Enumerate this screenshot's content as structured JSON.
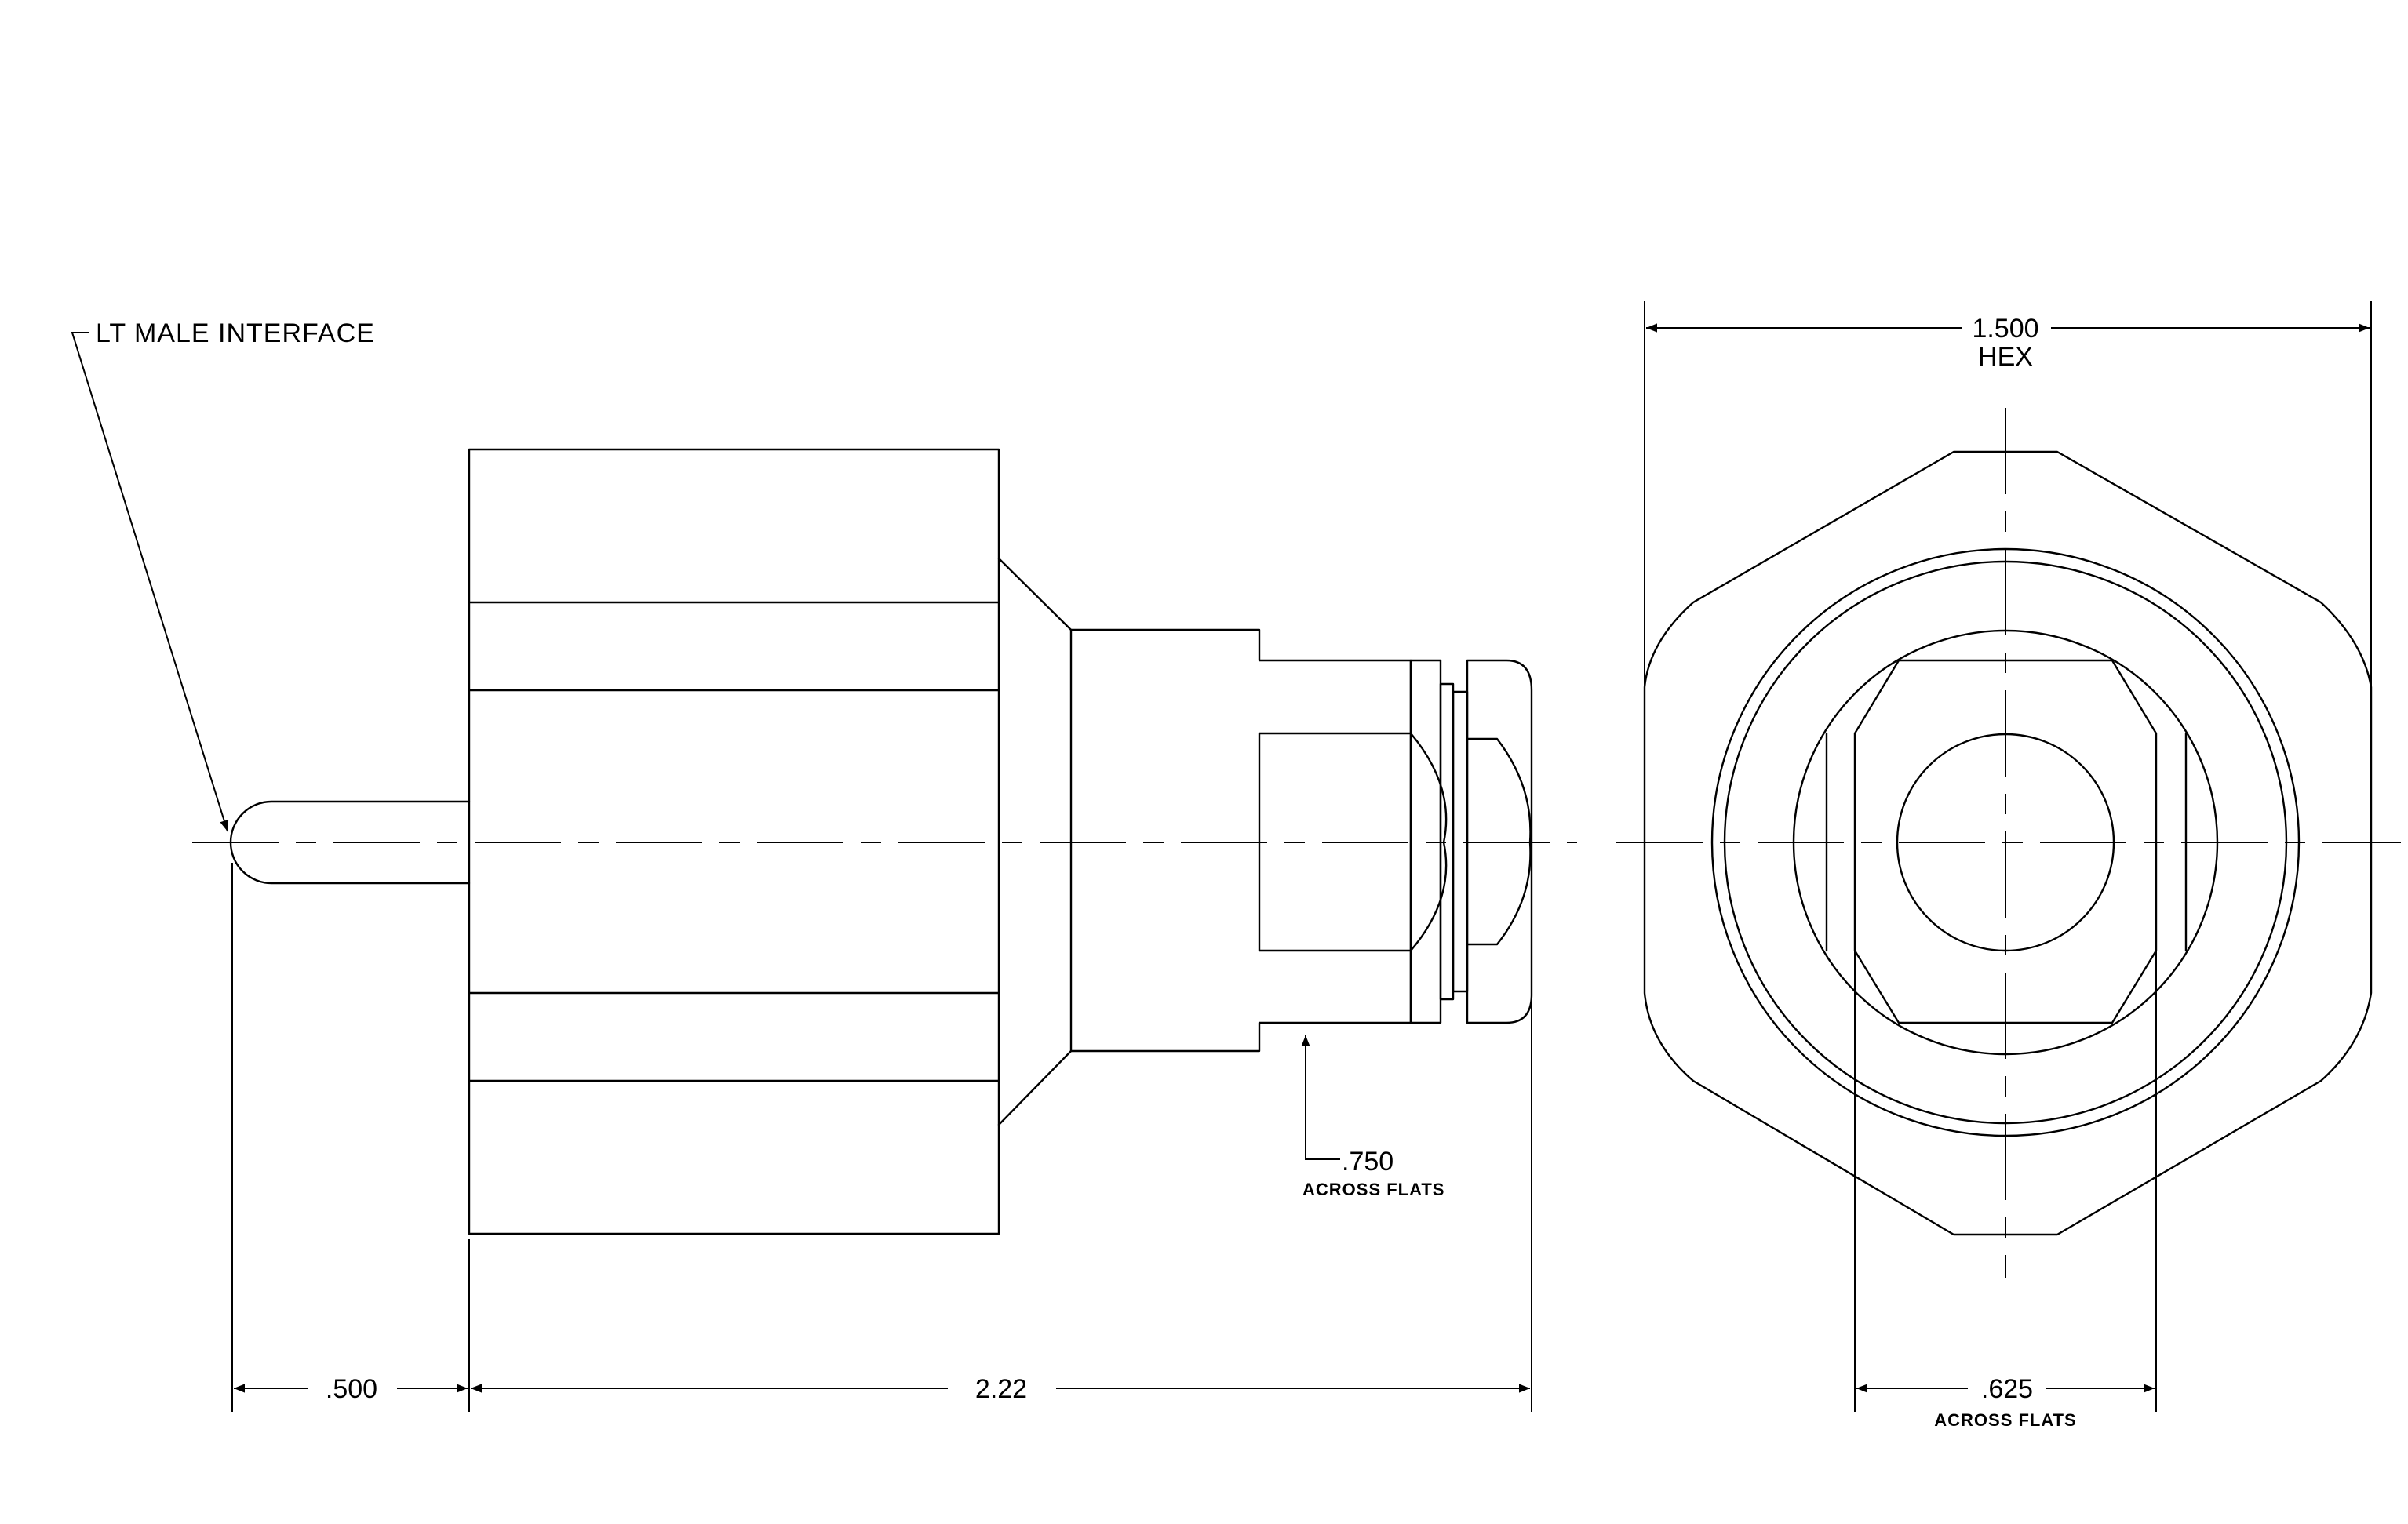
{
  "drawing": {
    "callout_interface": "LT MALE INTERFACE",
    "dims": {
      "pin_length": ".500",
      "overall_length": "2.22",
      "flats_side_value": ".750",
      "flats_side_note": "ACROSS FLATS",
      "hex_value": "1.500",
      "hex_note": "HEX",
      "flats_end_value": ".625",
      "flats_end_note": "ACROSS FLATS"
    }
  }
}
